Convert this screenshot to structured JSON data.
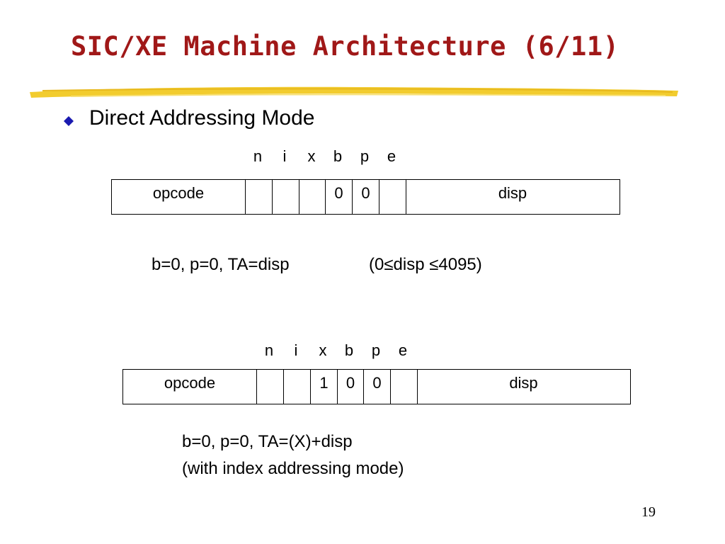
{
  "slide": {
    "title": "SIC/XE Machine Architecture (6/11)",
    "bullet": "Direct Addressing Mode",
    "page_number": "19"
  },
  "colors": {
    "title": "#a01818",
    "bullet": "#1a1ab0",
    "underline": "#f2cc2e"
  },
  "format1": {
    "flags": [
      "n",
      "i",
      "x",
      "b",
      "p",
      "e"
    ],
    "cells": [
      "opcode",
      "",
      "",
      "",
      "0",
      "0",
      "",
      "disp"
    ],
    "note_main": "b=0, p=0, TA=disp",
    "note_range": "(0≤disp ≤4095)"
  },
  "format2": {
    "flags": [
      "n",
      "i",
      "x",
      "b",
      "p",
      "e"
    ],
    "cells": [
      "opcode",
      "",
      "",
      "1",
      "0",
      "0",
      "",
      "disp"
    ],
    "note_line1": "b=0, p=0, TA=(X)+disp",
    "note_line2": "(with index addressing mode)"
  }
}
